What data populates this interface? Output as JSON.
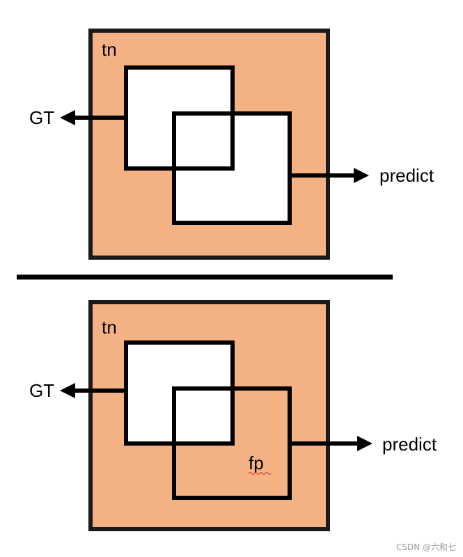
{
  "colors": {
    "tn_fill": "#F4B183",
    "box_fill": "#ffffff",
    "stroke": "#000000",
    "watermark": "#9a9a9a"
  },
  "top_panel": {
    "region_label": "tn",
    "gt_label": "GT",
    "predict_label": "predict"
  },
  "bottom_panel": {
    "region_label": "tn",
    "gt_label": "GT",
    "predict_label": "predict",
    "fp_label": "fp"
  },
  "watermark": "CSDN @六和七"
}
